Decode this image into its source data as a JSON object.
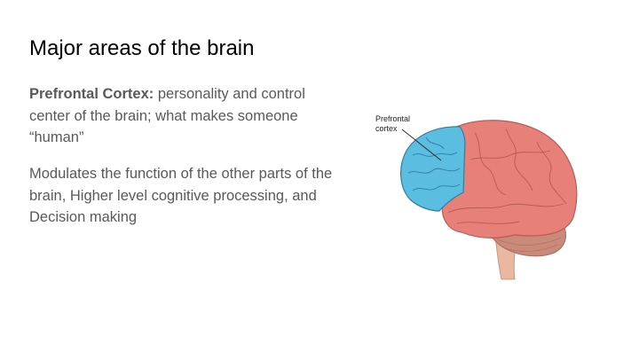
{
  "slide": {
    "title": "Major areas of the brain",
    "paragraph1": {
      "term": "Prefrontal Cortex:",
      "text": " personality and control center of the brain; what makes someone “human”"
    },
    "paragraph2": "Modulates the function of the other parts of the brain, Higher level cognitive processing, and Decision making",
    "figure": {
      "label_line1": "Prefrontal",
      "label_line2": "cortex",
      "colors": {
        "prefrontal": "#5bbde0",
        "cortex": "#e8807a",
        "cerebellum": "#c98a7a",
        "brainstem": "#e8b9a0"
      }
    }
  }
}
